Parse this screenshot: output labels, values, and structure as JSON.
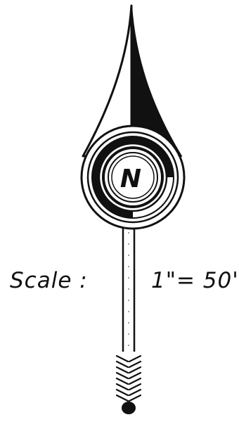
{
  "north_arrow": {
    "north_letter": "N",
    "ink_color": "#111111",
    "paper_color": "#ffffff"
  },
  "scale": {
    "label": "Scale :",
    "value": "1\"= 50'"
  }
}
